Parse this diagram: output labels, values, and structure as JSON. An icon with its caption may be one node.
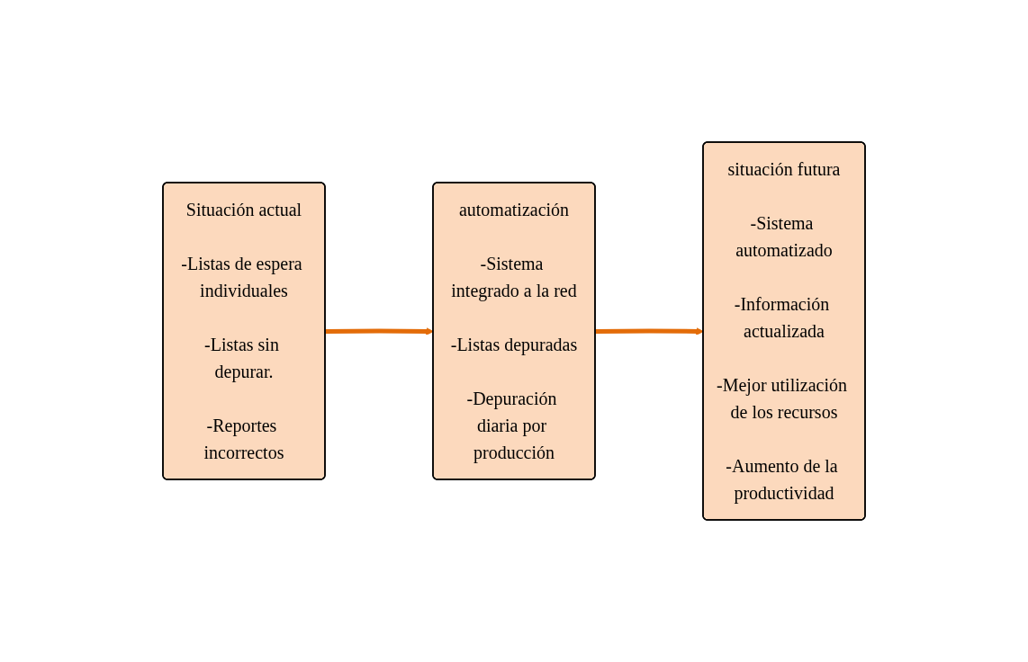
{
  "diagram": {
    "nodes": [
      {
        "text": [
          "Situación actual",
          "-Listas de espera individuales",
          "-Listas sin depurar.",
          "-Reportes incorrectos"
        ]
      },
      {
        "text": [
          "automatización",
          "-Sistema integrado a la red",
          "-Listas depuradas",
          "-Depuración diaria por producción"
        ]
      },
      {
        "text": [
          "situación futura",
          "-Sistema automatizado",
          "-Información actualizada",
          "-Mejor utilización de los recursos",
          "-Aumento de la productividad"
        ]
      }
    ],
    "edges": [
      {
        "from": 0,
        "to": 1,
        "arrow": "to"
      },
      {
        "from": 1,
        "to": 2,
        "arrow": "to"
      }
    ]
  }
}
